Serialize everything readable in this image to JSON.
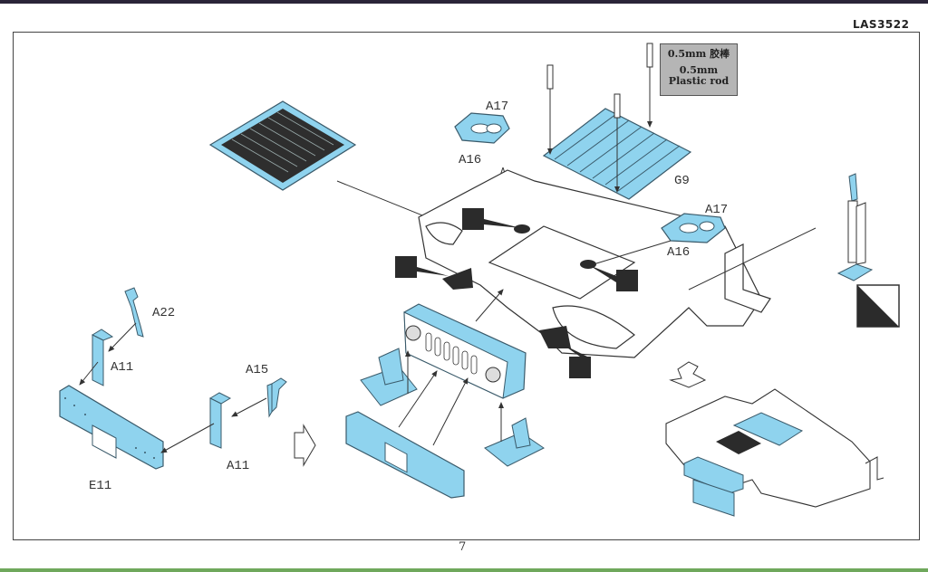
{
  "header": {
    "code": "LAS3522"
  },
  "note_box": {
    "line1": "0.5mm 胶棒",
    "line2": "0.5mm",
    "line3": "Plastic rod"
  },
  "labels": {
    "a17_top": "A17",
    "a16_top": "A16",
    "g9": "G9",
    "a17_right": "A17",
    "a16_right": "A16",
    "a22": "A22",
    "a11_left": "A11",
    "a15": "A15",
    "a11_mid": "A11",
    "e11": "E11"
  },
  "footer": {
    "page_number": "7"
  },
  "colors": {
    "part_fill": "#8fd3ee",
    "part_stroke": "#3a5a6a",
    "line": "#333333",
    "dark_part": "#2b2b2b",
    "rod_box": "#b5b5b5"
  }
}
